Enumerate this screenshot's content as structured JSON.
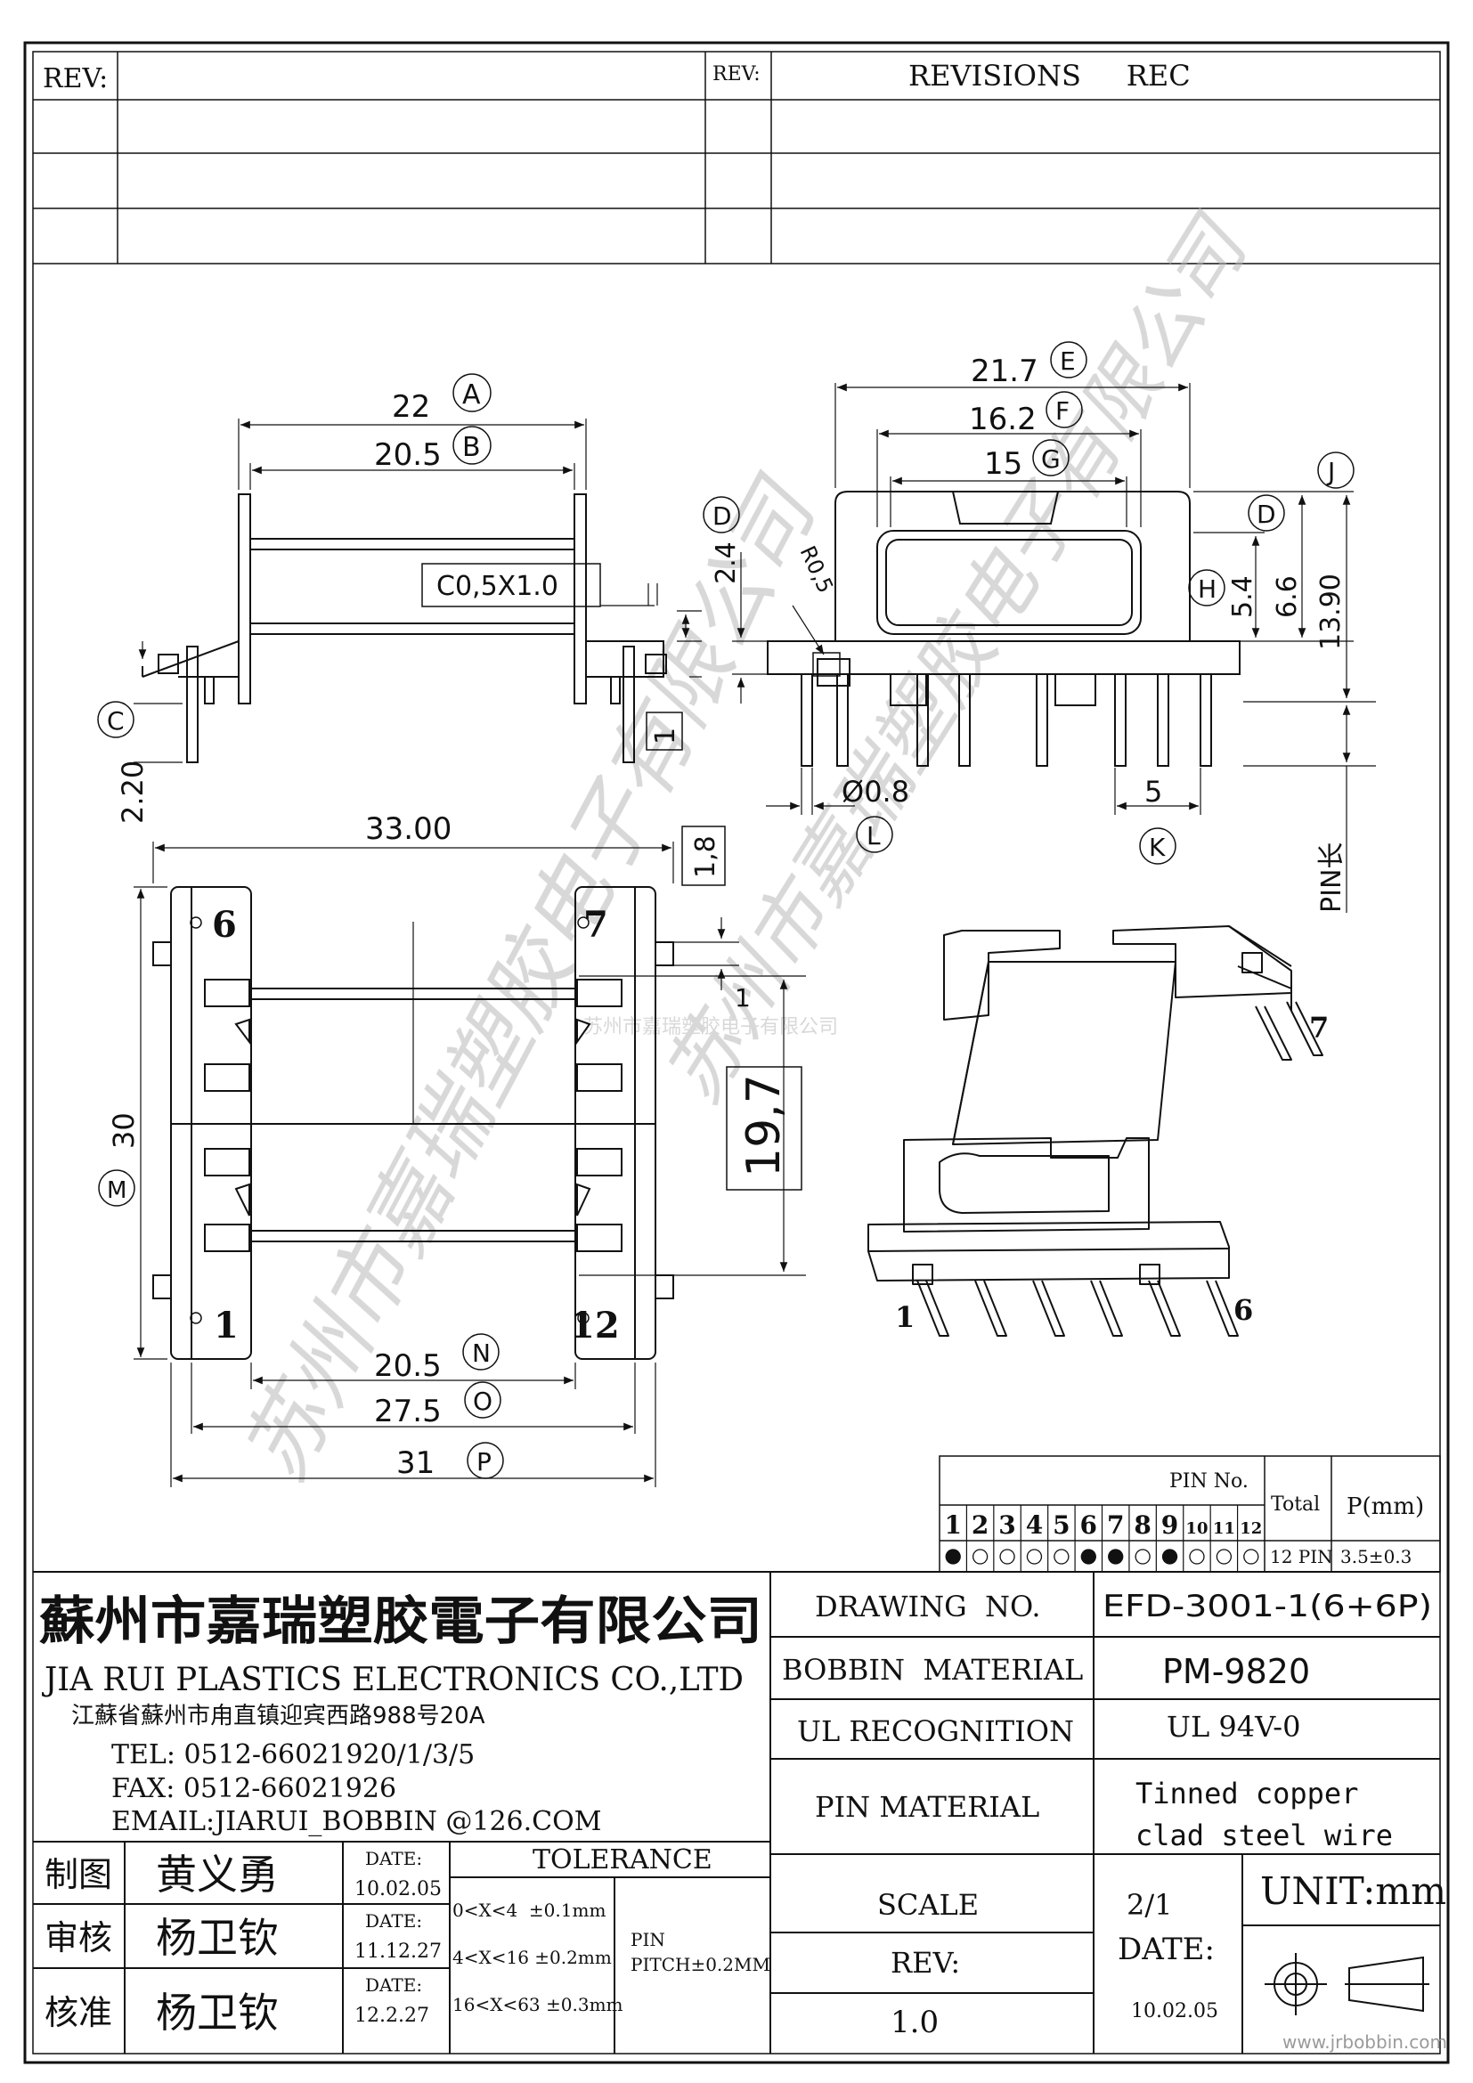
{
  "revisions": {
    "rev_label_left": "REV:",
    "rev_label_right": "REV:",
    "header": "REVISIONS     REC"
  },
  "watermark": {
    "small": "苏州市嘉瑞塑胶电子有限公司",
    "large_upper": "苏州市嘉瑞塑胶电子有限公司",
    "large_lower": "苏州市嘉瑞塑胶电子有限公司"
  },
  "dimensions": {
    "front": {
      "d22": "22",
      "lbl_A": "A",
      "d20_5": "20.5",
      "lbl_B": "B",
      "chamfer": "C0,5X1.0",
      "d1": "1",
      "d2_20": "2.20",
      "lbl_C": "C"
    },
    "side": {
      "d21_7": "21.7",
      "lbl_E": "E",
      "d16_2": "16.2",
      "lbl_F": "F",
      "d15": "15",
      "lbl_G": "G",
      "lbl_J": "J",
      "d2_4": "2.4",
      "lbl_D_left": "D",
      "r0_5": "R0,5",
      "lbl_D_right": "D",
      "d5_4": "5.4",
      "lbl_H": "H",
      "d6_6": "6.6",
      "d13_90": "13.90",
      "d0_8": "Ø0.8",
      "lbl_L": "L",
      "d5": "5",
      "lbl_K": "K",
      "pin_len": "PIN长"
    },
    "top": {
      "d33": "33.00",
      "d1_8": "1,8",
      "d1": "1",
      "d19_7": "19,7",
      "d30": "30",
      "lbl_M": "M",
      "d20_5": "20.5",
      "lbl_N": "N",
      "d27_5": "27.5",
      "lbl_O": "O",
      "d31": "31",
      "lbl_P": "P",
      "pin_6": "6",
      "pin_7": "7",
      "pin_1": "1",
      "pin_12": "12"
    },
    "iso": {
      "pin_7": "7",
      "pin_1": "1",
      "pin_6": "6"
    }
  },
  "pin_table": {
    "header": "PIN No.",
    "total_label": "Total",
    "pitch_label": "P(mm)",
    "pins": [
      "1",
      "2",
      "3",
      "4",
      "5",
      "6",
      "7",
      "8",
      "9",
      "10",
      "11",
      "12"
    ],
    "filled": [
      true,
      false,
      false,
      false,
      false,
      true,
      true,
      false,
      true,
      false,
      false,
      false
    ],
    "total_value": "12 PIN",
    "pitch_value": "3.5±0.3"
  },
  "company": {
    "name_cn": "蘇州市嘉瑞塑胶電子有限公司",
    "name_en": "JIA RUI PLASTICS ELECTRONICS CO.,LTD",
    "address": "江蘇省蘇州市甪直镇迎宾西路988号20A",
    "tel": "TEL: 0512-66021920/1/3/5",
    "fax": "FAX: 0512-66021926",
    "email": "EMAIL:JIARUI_BOBBIN @126.COM"
  },
  "specs": {
    "drawing_no_label": "DRAWING  NO.",
    "drawing_no": "EFD-3001-1(6+6P)",
    "bobbin_material_label": "BOBBIN  MATERIAL",
    "bobbin_material": "PM-9820",
    "ul_label": "UL RECOGNITION",
    "ul_value": "UL 94V-0",
    "pin_material_label": "PIN MATERIAL",
    "pin_material_1": "Tinned copper",
    "pin_material_2": "clad steel wire",
    "scale_label": "SCALE",
    "scale_value": "2/1",
    "unit": "UNIT:mm",
    "rev_label": "REV:",
    "rev_value": "1.0",
    "date_label": "DATE:",
    "date_value": "10.02.05"
  },
  "signoff": {
    "rows": [
      {
        "role": "制图",
        "name": "黄义勇",
        "date_label": "DATE:",
        "date": "10.02.05"
      },
      {
        "role": "审核",
        "name": "杨卫钦",
        "date_label": "DATE:",
        "date": "11.12.27"
      },
      {
        "role": "核准",
        "name": "杨卫钦",
        "date_label": "DATE:",
        "date": "12.2.27"
      }
    ],
    "tolerance_header": "TOLERANCE",
    "tolerances": [
      "0<X<4  ±0.1mm",
      "4<X<16 ±0.2mm",
      "16<X<63 ±0.3mm"
    ],
    "pin_label": "PIN",
    "pin_pitch": "PITCH±0.2MM"
  },
  "footer_url": "www.jrbobbin.com"
}
